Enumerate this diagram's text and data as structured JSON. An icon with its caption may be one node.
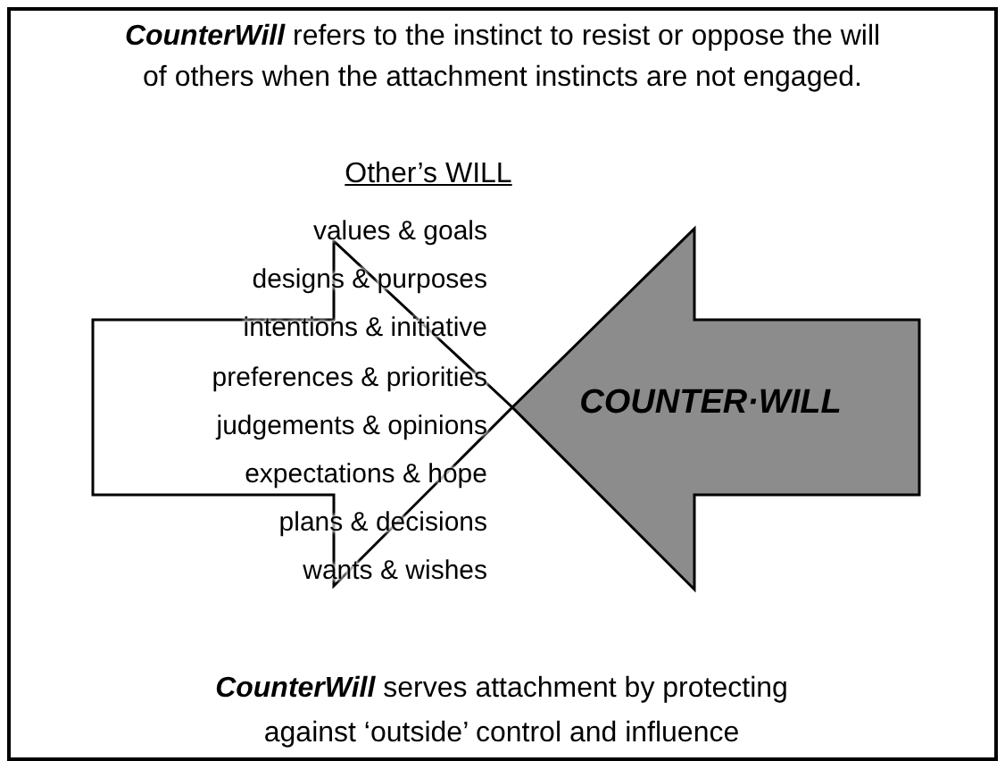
{
  "diagram": {
    "title": "**CounterWill** refers to the instinct to resist or oppose the will of others when the attachment instincts are not engaged.",
    "nodes": [
      {
        "text": [
          "Other’s WILL",
          "values & goals",
          "designs & purposes",
          "intentions & initiative",
          "preferences & priorities",
          "judgements & opinions",
          "expectations & hope",
          "plans & decisions",
          "wants & wishes"
        ]
      },
      {
        "text": [
          "COUNTER·WILL"
        ]
      }
    ],
    "caption": "**CounterWill** serves attachment by protecting against ‘outside’ control and influence"
  }
}
